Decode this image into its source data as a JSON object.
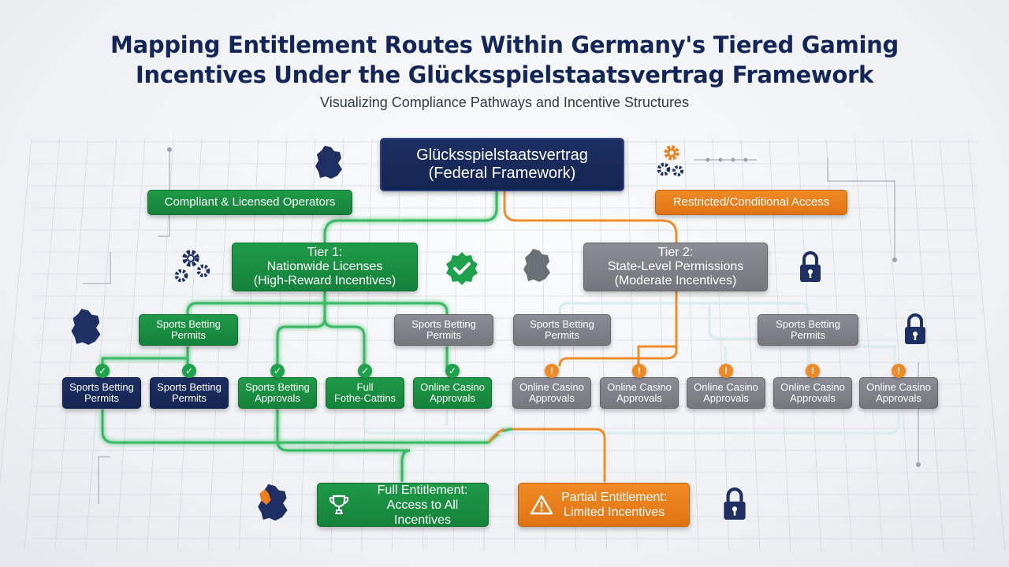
{
  "header": {
    "title": "Mapping Entitlement Routes Within Germany's Tiered Gaming\nIncentives Under the Glücksspielstaatsvertrag Framework",
    "subtitle": "Visualizing Compliance Pathways and Incentive Structures"
  },
  "nodes": {
    "root": "Glücksspielstaatsvertrag\n(Federal Framework)",
    "compliant": "Compliant & Licensed Operators",
    "restricted": "Restricted/Conditional Access",
    "tier1": "Tier 1:\nNationwide Licenses\n(High-Reward Incentives)",
    "tier2": "Tier 2:\nState-Level Permissions\n(Moderate Incentives)",
    "mid": [
      "Sports Betting\nPermits",
      "Sports Betting\nPermits",
      "Sports Betting\nPermits",
      "Sports Betting\nPermits"
    ],
    "leaves": [
      "Sports Betting\nPermits",
      "Sports Betting\nPermits",
      "Sports Betting\nApprovals",
      "Full\nFothe-Cattins",
      "Online Casino\nApprovals",
      "Online Casino\nApprovals",
      "Online Casino\nApprovals",
      "Online Casino\nApprovals",
      "Online Casino\nApprovals",
      "Online Casino\nApprovals"
    ],
    "full": "Full Entitlement:\nAccess to All Incentives",
    "partial": "Partial Entitlement:\nLimited Incentives"
  },
  "badges": {
    "check": "✓",
    "warn": "!"
  },
  "icons": {
    "gears": "gears-icon",
    "check_shield": "check-badge-icon",
    "lock": "padlock-icon",
    "map": "germany-map-icon",
    "trophy": "trophy-icon",
    "warning": "warning-triangle-icon"
  },
  "colors": {
    "green": "#1a8f43",
    "navy": "#142452",
    "gray": "#7f8389",
    "orange": "#ee7f1b"
  }
}
